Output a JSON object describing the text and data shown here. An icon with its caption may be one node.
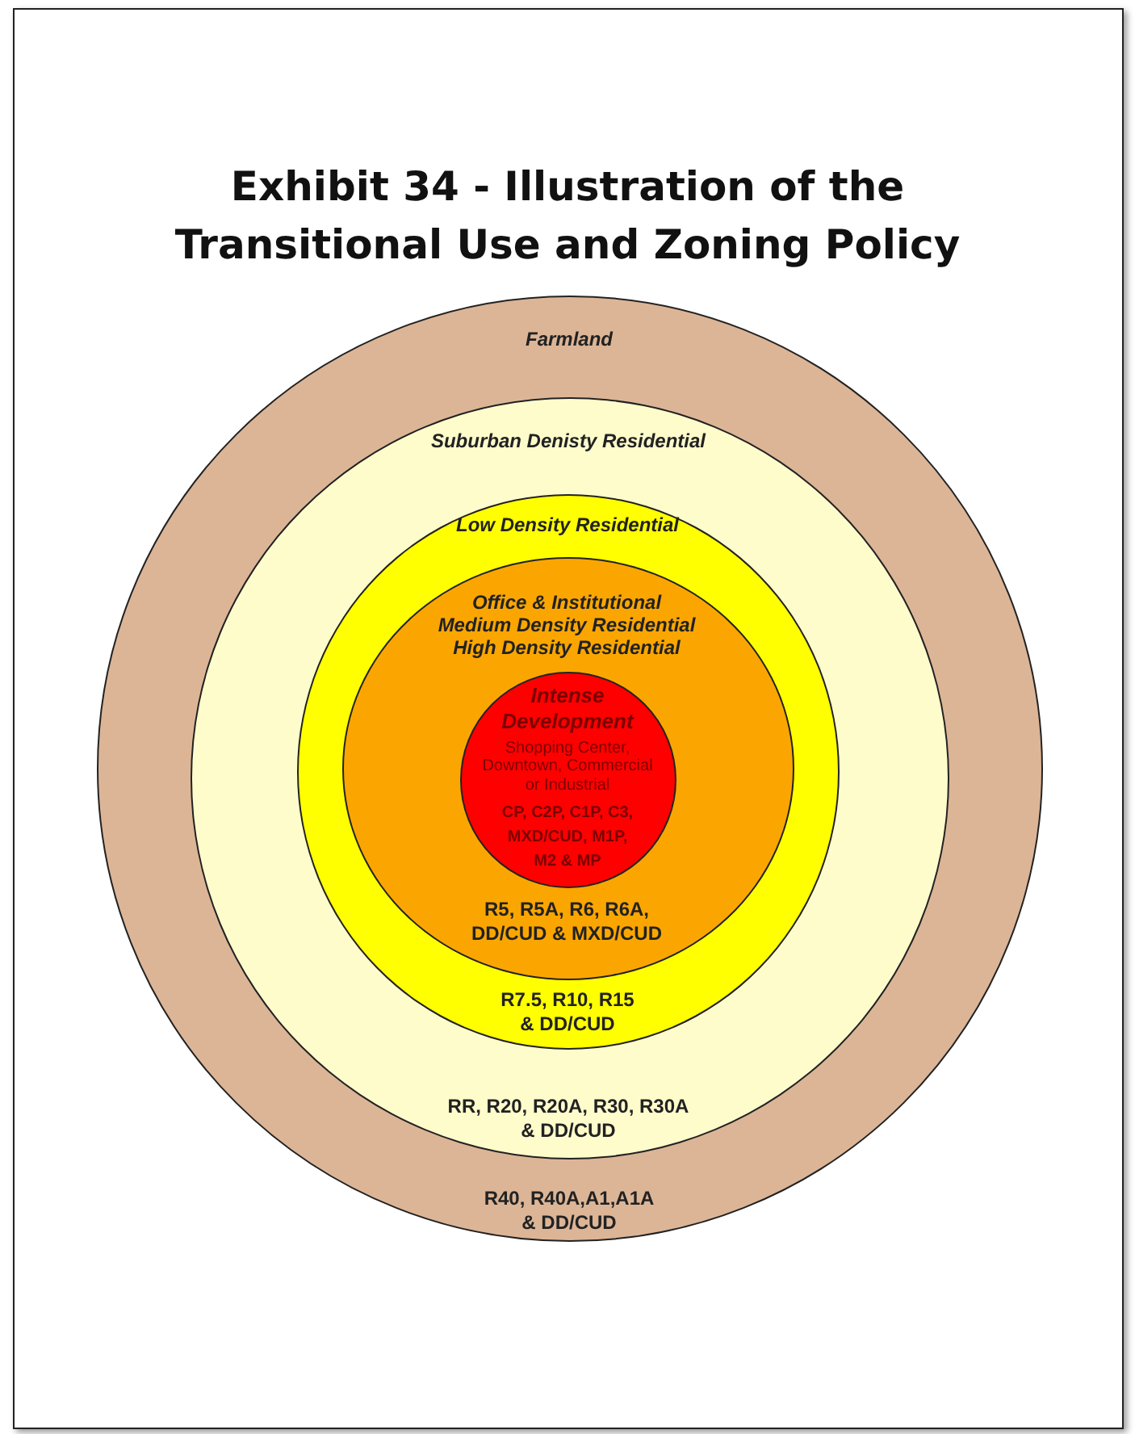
{
  "diagram": {
    "title": "Exhibit 34 - Illustration of the Transitional Use and Zoning Policy",
    "nodes": [
      {
        "text": [
          "Farmland",
          "R40, R40A,A1,A1A & DD/CUD"
        ]
      },
      {
        "text": [
          "Suburban Denisty Residential",
          "RR, R20, R20A, R30, R30A & DD/CUD"
        ],
        "in": 0
      },
      {
        "text": [
          "Low Density Residential",
          "R7.5, R10, R15 & DD/CUD"
        ],
        "in": 1
      },
      {
        "text": [
          "Office & Institutional",
          "Medium Density Residential",
          "High Density Residential",
          "R5, R5A, R6, R6A, DD/CUD & MXD/CUD"
        ],
        "in": 2
      },
      {
        "text": [
          "Intense Development",
          "Shopping Center, Downtown, Commercial or Industrial",
          "CP, C2P, C1P, C3, MXD/CUD, M1P, M2 & MP"
        ],
        "in": 3
      }
    ]
  }
}
